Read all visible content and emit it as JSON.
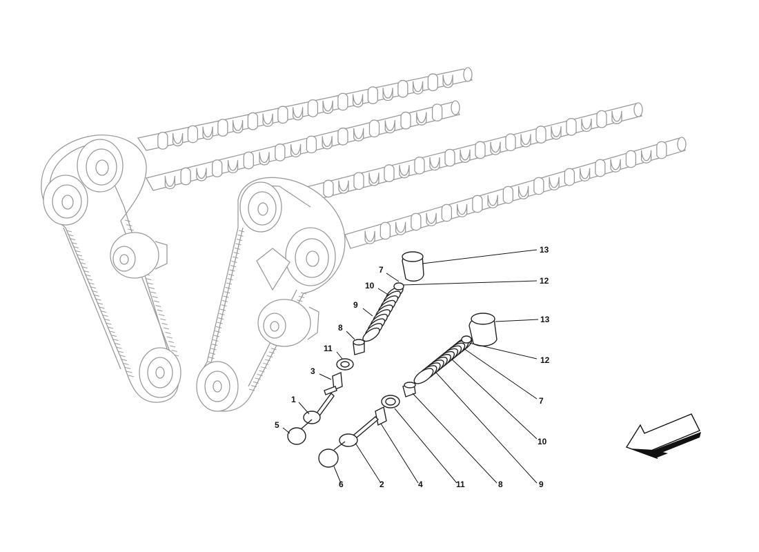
{
  "callouts": [
    {
      "id": "c13a",
      "label": "13"
    },
    {
      "id": "c12a",
      "label": "12"
    },
    {
      "id": "c7a",
      "label": "7"
    },
    {
      "id": "c10a",
      "label": "10"
    },
    {
      "id": "c9a",
      "label": "9"
    },
    {
      "id": "c8a",
      "label": "8"
    },
    {
      "id": "c11a",
      "label": "11"
    },
    {
      "id": "c3",
      "label": "3"
    },
    {
      "id": "c1",
      "label": "1"
    },
    {
      "id": "c5",
      "label": "5"
    },
    {
      "id": "c13b",
      "label": "13"
    },
    {
      "id": "c12b",
      "label": "12"
    },
    {
      "id": "c7b",
      "label": "7"
    },
    {
      "id": "c10b",
      "label": "10"
    },
    {
      "id": "c9b",
      "label": "9"
    },
    {
      "id": "c8b",
      "label": "8"
    },
    {
      "id": "c11b",
      "label": "11"
    },
    {
      "id": "c4",
      "label": "4"
    },
    {
      "id": "c2",
      "label": "2"
    },
    {
      "id": "c6",
      "label": "6"
    }
  ],
  "colors": {
    "line": "#9a9a9a",
    "ink": "#111111",
    "background": "#ffffff"
  },
  "icons": {
    "direction": "direction-arrow-icon"
  }
}
